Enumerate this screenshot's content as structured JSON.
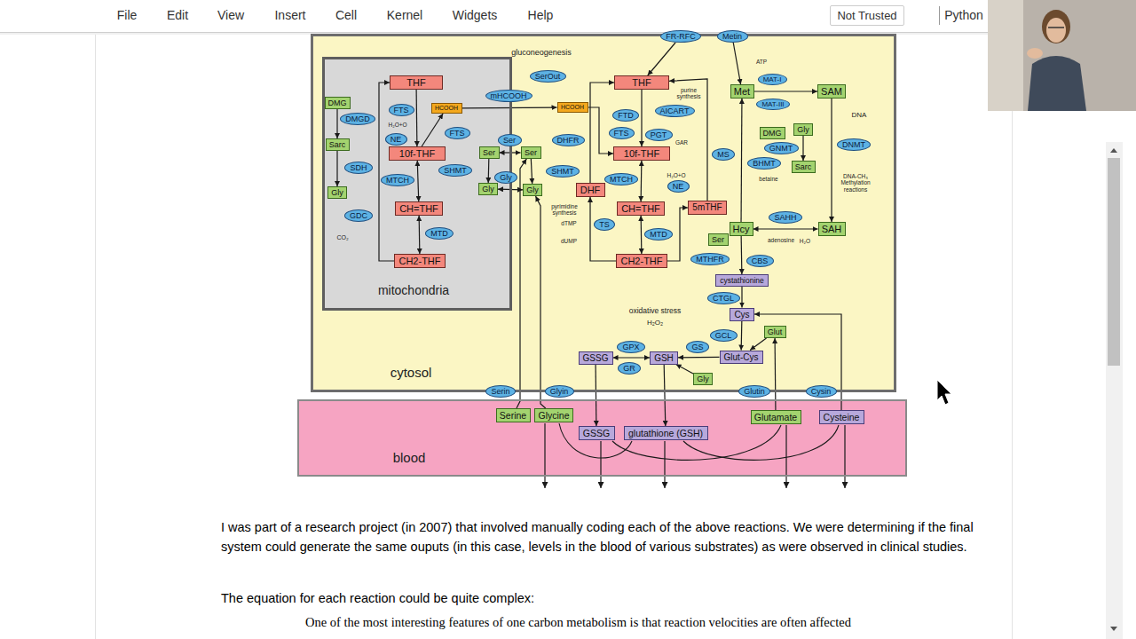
{
  "diagram": {
    "nodes": [
      {
        "text": [
          "Not Trusted"
        ]
      },
      {
        "text": [
          "cytosol"
        ]
      },
      {
        "text": [
          "mitochondria"
        ],
        "in": 1
      },
      {
        "text": [
          "THF"
        ],
        "in": 2
      },
      {
        "text": [
          "HCOOH"
        ],
        "in": 2
      },
      {
        "text": [
          "FTS"
        ],
        "in": 2
      },
      {
        "text": [
          "FTS"
        ],
        "in": 2
      },
      {
        "text": [
          "NE"
        ],
        "in": 2
      },
      {
        "text": [
          "DMG"
        ],
        "in": 2
      },
      {
        "text": [
          "DMGD"
        ],
        "in": 2
      },
      {
        "text": [
          "Sarc"
        ],
        "in": 2
      },
      {
        "text": [
          "10f-THF"
        ],
        "in": 2
      },
      {
        "text": [
          "SDH"
        ],
        "in": 2
      },
      {
        "text": [
          "SHMT"
        ],
        "in": 2
      },
      {
        "text": [
          "MTCH"
        ],
        "in": 2
      },
      {
        "text": [
          "Ser"
        ],
        "in": 2
      },
      {
        "text": [
          "Gly"
        ],
        "in": 2
      },
      {
        "text": [
          "Gly"
        ],
        "in": 2
      },
      {
        "text": [
          "CH=THF"
        ],
        "in": 2
      },
      {
        "text": [
          "GDC"
        ],
        "in": 2
      },
      {
        "text": [
          "MTD"
        ],
        "in": 2
      },
      {
        "text": [
          "CH2-THF"
        ],
        "in": 2
      },
      {
        "text": [
          "FR-RFC"
        ],
        "in": 1
      },
      {
        "text": [
          "Metin"
        ],
        "in": 1
      },
      {
        "text": [
          "SerOut"
        ],
        "in": 1
      },
      {
        "text": [
          "THF"
        ],
        "in": 1
      },
      {
        "text": [
          "Met"
        ],
        "in": 1
      },
      {
        "text": [
          "MAT-I"
        ],
        "in": 1
      },
      {
        "text": [
          "MAT-III"
        ],
        "in": 1
      },
      {
        "text": [
          "SAM"
        ],
        "in": 1
      },
      {
        "text": [
          "mHCOOH"
        ],
        "in": 1
      },
      {
        "text": [
          "HCOOH"
        ],
        "in": 1
      },
      {
        "text": [
          "AICART"
        ],
        "in": 1
      },
      {
        "text": [
          "FTD"
        ],
        "in": 1
      },
      {
        "text": [
          "FTS"
        ],
        "in": 1
      },
      {
        "text": [
          "PGT"
        ],
        "in": 1
      },
      {
        "text": [
          "Gly"
        ],
        "in": 1
      },
      {
        "text": [
          "DMG"
        ],
        "in": 1
      },
      {
        "text": [
          "Ser"
        ],
        "in": 1
      },
      {
        "text": [
          "DHFR"
        ],
        "in": 1
      },
      {
        "text": [
          "DNMT"
        ],
        "in": 1
      },
      {
        "text": [
          "GNMT"
        ],
        "in": 1
      },
      {
        "text": [
          "Ser"
        ],
        "in": 1
      },
      {
        "text": [
          "10f-THF"
        ],
        "in": 1
      },
      {
        "text": [
          "MS"
        ],
        "in": 1
      },
      {
        "text": [
          "BHMT"
        ],
        "in": 1
      },
      {
        "text": [
          "Sarc"
        ],
        "in": 1
      },
      {
        "text": [
          "SHMT"
        ],
        "in": 1
      },
      {
        "text": [
          "Gly"
        ],
        "in": 1
      },
      {
        "text": [
          "MTCH"
        ],
        "in": 1
      },
      {
        "text": [
          "NE"
        ],
        "in": 1
      },
      {
        "text": [
          "Gly"
        ],
        "in": 1
      },
      {
        "text": [
          "DHF"
        ],
        "in": 1
      },
      {
        "text": [
          "CH=THF"
        ],
        "in": 1
      },
      {
        "text": [
          "5mTHF"
        ],
        "in": 1
      },
      {
        "text": [
          "SAHH"
        ],
        "in": 1
      },
      {
        "text": [
          "TS"
        ],
        "in": 1
      },
      {
        "text": [
          "Hcy"
        ],
        "in": 1
      },
      {
        "text": [
          "SAH"
        ],
        "in": 1
      },
      {
        "text": [
          "MTD"
        ],
        "in": 1
      },
      {
        "text": [
          "Ser"
        ],
        "in": 1
      },
      {
        "text": [
          "MTHFR"
        ],
        "in": 1
      },
      {
        "text": [
          "CH2-THF"
        ],
        "in": 1
      },
      {
        "text": [
          "CBS"
        ],
        "in": 1
      },
      {
        "text": [
          "cystathionine"
        ],
        "in": 1
      },
      {
        "text": [
          "CTGL"
        ],
        "in": 1
      },
      {
        "text": [
          "Cys"
        ],
        "in": 1
      },
      {
        "text": [
          "GCL"
        ],
        "in": 1
      },
      {
        "text": [
          "Glut"
        ],
        "in": 1
      },
      {
        "text": [
          "GS"
        ],
        "in": 1
      },
      {
        "text": [
          "GPX"
        ],
        "in": 1
      },
      {
        "text": [
          "GSSG"
        ],
        "in": 1
      },
      {
        "text": [
          "GSH"
        ],
        "in": 1
      },
      {
        "text": [
          "Glut-Cys"
        ],
        "in": 1
      },
      {
        "text": [
          "GR"
        ],
        "in": 1
      },
      {
        "text": [
          "Gly"
        ],
        "in": 1
      },
      {
        "text": [
          "Serin"
        ],
        "in": 1
      },
      {
        "text": [
          "Glyin"
        ],
        "in": 1
      },
      {
        "text": [
          "Glutin"
        ],
        "in": 1
      },
      {
        "text": [
          "Cysin"
        ],
        "in": 1
      },
      {
        "text": [
          "blood"
        ]
      },
      {
        "text": [
          "Serine"
        ],
        "in": 80
      },
      {
        "text": [
          "Glycine"
        ],
        "in": 80
      },
      {
        "text": [
          "GSSG"
        ],
        "in": 80
      },
      {
        "text": [
          "glutathione (GSH)"
        ],
        "in": 80
      },
      {
        "text": [
          "Glutamate"
        ],
        "in": 80
      },
      {
        "text": [
          "Cysteine"
        ],
        "in": 80
      }
    ],
    "edges": [
      {
        "from": 3,
        "to": 11,
        "arrow": "to"
      },
      {
        "from": 11,
        "to": 4,
        "arrow": "to"
      },
      {
        "from": 11,
        "to": 18,
        "arrow": "both"
      },
      {
        "from": 18,
        "to": 21,
        "arrow": "both"
      },
      {
        "from": 21,
        "to": 3,
        "arrow": "to"
      },
      {
        "from": 8,
        "to": 10,
        "arrow": "to"
      },
      {
        "from": 10,
        "to": 16,
        "arrow": "to"
      },
      {
        "from": 15,
        "to": 17,
        "arrow": "to"
      },
      {
        "from": 42,
        "to": 15,
        "arrow": "both"
      },
      {
        "from": 51,
        "to": 17,
        "arrow": "both"
      },
      {
        "from": 4,
        "to": 31,
        "arrow": "to"
      },
      {
        "from": 31,
        "to": 43,
        "arrow": "to"
      },
      {
        "from": 25,
        "to": 43,
        "arrow": "to"
      },
      {
        "from": 43,
        "to": 53,
        "arrow": "both"
      },
      {
        "from": 53,
        "to": 62,
        "arrow": "both"
      },
      {
        "from": 62,
        "to": 52,
        "arrow": "to"
      },
      {
        "from": 52,
        "to": 25,
        "arrow": "to"
      },
      {
        "from": 62,
        "to": 54,
        "arrow": "to"
      },
      {
        "from": 54,
        "to": 25,
        "arrow": "to"
      },
      {
        "from": 42,
        "to": 51,
        "arrow": "to"
      },
      {
        "from": 57,
        "to": 26,
        "arrow": "to"
      },
      {
        "from": 26,
        "to": 29,
        "arrow": "to"
      },
      {
        "from": 29,
        "to": 58,
        "arrow": "to"
      },
      {
        "from": 58,
        "to": 57,
        "arrow": "both"
      },
      {
        "from": 57,
        "to": 64,
        "arrow": "to"
      },
      {
        "from": 64,
        "to": 66,
        "arrow": "to"
      },
      {
        "from": 66,
        "to": 73,
        "arrow": "to"
      },
      {
        "from": 68,
        "to": 73,
        "arrow": "to"
      },
      {
        "from": 73,
        "to": 72,
        "arrow": "to"
      },
      {
        "from": 75,
        "to": 72,
        "arrow": "to"
      },
      {
        "from": 72,
        "to": 71,
        "arrow": "both"
      },
      {
        "from": 36,
        "to": 46,
        "arrow": "to"
      },
      {
        "from": 22,
        "to": 25,
        "arrow": "to"
      },
      {
        "from": 23,
        "to": 26,
        "arrow": "to"
      },
      {
        "from": 71,
        "to": 83,
        "arrow": "to"
      },
      {
        "from": 72,
        "to": 84,
        "arrow": "to"
      },
      {
        "from": 85,
        "to": 68,
        "arrow": "to"
      },
      {
        "from": 86,
        "to": 66,
        "arrow": "to"
      },
      {
        "from": 81,
        "to": 42,
        "arrow": "to"
      },
      {
        "from": 82,
        "to": 51,
        "arrow": "to"
      }
    ],
    "labels": [
      "File",
      "Edit",
      "View",
      "Insert",
      "Cell",
      "Kernel",
      "Widgets",
      "Help",
      "Python",
      "gluconeogenesis",
      "H₂O+O",
      "CO₂",
      "purine synthesis",
      "GAR",
      "ATP",
      "DNA",
      "H₂O+O",
      "pyrimidine synthesis",
      "dTMP",
      "dUMP",
      "betaine",
      "DNA-CH₃ Methylation reactions",
      "adenosine",
      "H₂O",
      "oxidative stress",
      "H₂O₂",
      "I was part of a research project (in 2007) that involved manually coding each of the above reactions. We were determining if the final system could generate the same ouputs (in this case, levels in the blood of various substrates) as were observed in clinical studies.",
      "The equation for each reaction could be quite complex:",
      "One of the most interesting features of one carbon metabolism is that reaction velocities are often affected"
    ]
  }
}
